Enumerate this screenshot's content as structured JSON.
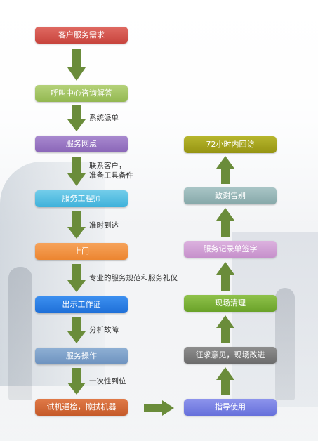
{
  "left_column": [
    {
      "label": "客户服务需求"
    },
    {
      "label": "呼叫中心咨询解答"
    },
    {
      "label": "服务网点"
    },
    {
      "label": "服务工程师"
    },
    {
      "label": "上门"
    },
    {
      "label": "出示工作证"
    },
    {
      "label": "服务操作"
    },
    {
      "label": "试机通检，擦拭机器"
    }
  ],
  "right_column": [
    {
      "label": "72小时内回访"
    },
    {
      "label": "致谢告别"
    },
    {
      "label": "服务记录单签字"
    },
    {
      "label": "现场清理"
    },
    {
      "label": "征求意见，现场改进"
    },
    {
      "label": "指导使用"
    }
  ],
  "notes": [
    "系统派单",
    "联系客户，",
    "准备工具备件",
    "准时到达",
    "专业的服务规范和服务礼仪",
    "分析故障",
    "一次性到位"
  ],
  "colors": {
    "arrow": "#6a8c3a"
  }
}
